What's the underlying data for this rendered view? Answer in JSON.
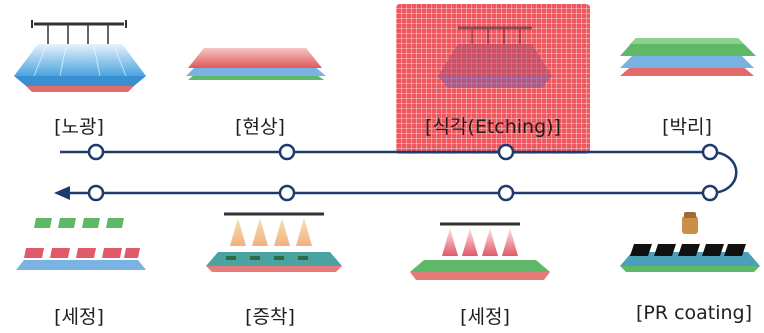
{
  "diagram": {
    "highlight_color": "#e8323c",
    "flow_color": "#1f3a6e",
    "top_row": [
      {
        "label": "[노광]",
        "icon": "exposure-lamp-icon"
      },
      {
        "label": "[현상]",
        "icon": "develop-layers-icon"
      },
      {
        "label": "[식각(Etching)]",
        "icon": "etching-icon",
        "highlighted": true
      },
      {
        "label": "[박리]",
        "icon": "strip-layers-icon"
      }
    ],
    "bottom_row": [
      {
        "label": "[세정]",
        "icon": "cleaning-pattern-icon"
      },
      {
        "label": "[증착]",
        "icon": "deposition-spray-icon"
      },
      {
        "label": "[세정]",
        "icon": "cleaning-spray-icon"
      },
      {
        "label": "[PR coating]",
        "icon": "pr-coating-icon"
      }
    ]
  }
}
